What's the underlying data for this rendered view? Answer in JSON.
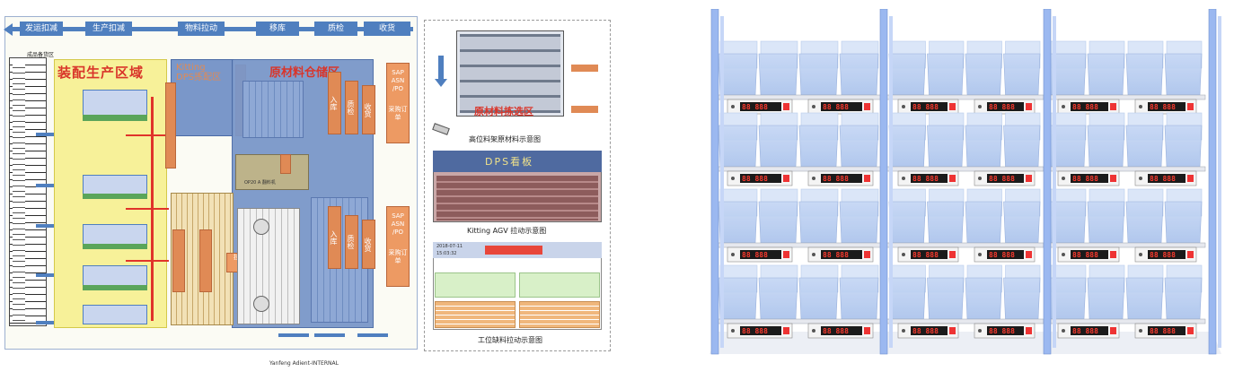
{
  "top_buttons": [
    "发运扣减",
    "生产扣减",
    "物料拉动",
    "移库",
    "质检",
    "收货"
  ],
  "zones": {
    "assembly": "装配生产区域",
    "kitting": "Kitting\nDPS拣配区",
    "raw_storage": "原材料仓储区",
    "finished_goods": "成品备货区",
    "raw_picking": "原材料拣选区",
    "op20": "OP20 A 翻料机"
  },
  "receiving_flow": [
    "入库",
    "质检",
    "收货"
  ],
  "sap_label": "SAP ASN /PO",
  "po_label": "采购订单",
  "pull_label": "拉动",
  "panels": {
    "rack_caption": "高位料架原材料示意图",
    "dps_title": "DPS看板",
    "dps_caption": "Kitting AGV 拉动示意图",
    "line_date": "2018-07-11",
    "line_time": "15:03:32",
    "line_caption": "工位缺料拉动示意图"
  },
  "footer": "Yanfeng Adient-INTERNAL",
  "display_digits": "88 888",
  "colors": {
    "accent_blue": "#4f7fbf",
    "orange": "#e08a55",
    "yellow_zone": "#f7f199",
    "blue_zone": "#7a97c9",
    "rack_frame": "#9bb8f0"
  }
}
